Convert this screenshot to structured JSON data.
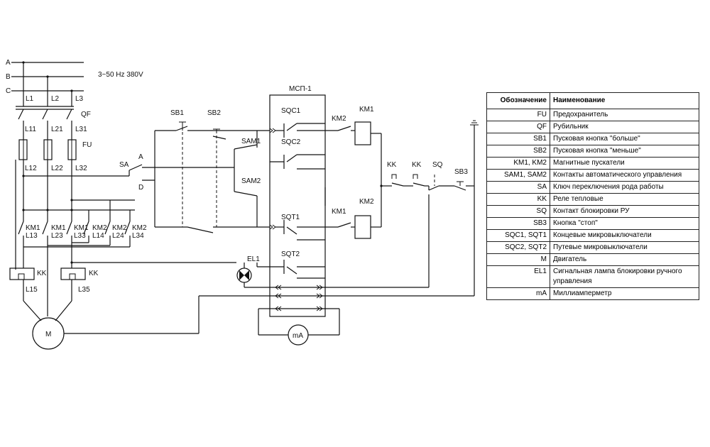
{
  "supply": {
    "phases": [
      "A",
      "B",
      "C"
    ],
    "spec": "3~50 Hz  380V"
  },
  "labels": {
    "L1": "L1",
    "L2": "L2",
    "L3": "L3",
    "QF": "QF",
    "L11": "L11",
    "L21": "L21",
    "L31": "L31",
    "FU": "FU",
    "L12": "L12",
    "L22": "L22",
    "L32": "L32",
    "KM1a": "KM1",
    "L13": "L13",
    "KM1b": "KM1",
    "L23": "L23",
    "KM1c": "KM1",
    "L33": "L33",
    "KM2a": "KM2",
    "L14": "L14",
    "KM2b": "KM2",
    "L24": "L24",
    "KM2c": "KM2",
    "L34": "L34",
    "KKa": "KK",
    "L15": "L15",
    "KKb": "KK",
    "L35": "L35",
    "M": "M",
    "SA": "SA",
    "SA_A": "A",
    "SA_D": "D",
    "SB1": "SB1",
    "SB2": "SB2",
    "SAM1": "SAM1",
    "SAM2": "SAM2",
    "MSP": "МСП-1",
    "SQC1": "SQC1",
    "SQC2": "SQC2",
    "SQT1": "SQT1",
    "SQT2": "SQT2",
    "KM2top": "KM2",
    "KM1coil": "KM1",
    "KM1bot": "KM1",
    "KM2coil": "KM2",
    "KK1": "KK",
    "KK2": "KK",
    "SQ": "SQ",
    "SB3": "SB3",
    "EL1": "EL1",
    "mA": "mA"
  },
  "legend": {
    "header_code": "Обозначение",
    "header_name": "Наименование",
    "rows": [
      {
        "code": "FU",
        "name": "Предохранитель"
      },
      {
        "code": "QF",
        "name": "Рубильник"
      },
      {
        "code": "SB1",
        "name": "Пусковая кнопка \"больше\""
      },
      {
        "code": "SB2",
        "name": "Пусковая кнопка \"меньше\""
      },
      {
        "code": "KM1, KM2",
        "name": "Магнитные пускатели"
      },
      {
        "code": "SAM1, SAM2",
        "name": "Контакты автоматического управления"
      },
      {
        "code": "SA",
        "name": "Ключ переключения рода работы"
      },
      {
        "code": "KK",
        "name": "Реле тепловые"
      },
      {
        "code": "SQ",
        "name": "Контакт блокировки РУ"
      },
      {
        "code": "SB3",
        "name": "Кнопка \"стоп\""
      },
      {
        "code": "SQC1, SQT1",
        "name": "Концевые микровыключатели"
      },
      {
        "code": "SQC2, SQT2",
        "name": "Путевые микровыключатели"
      },
      {
        "code": "M",
        "name": "Двигатель"
      },
      {
        "code": "EL1",
        "name": "Сигнальная лампа блокировки ручного управления"
      },
      {
        "code": "mA",
        "name": "Миллиамперметр"
      }
    ]
  }
}
